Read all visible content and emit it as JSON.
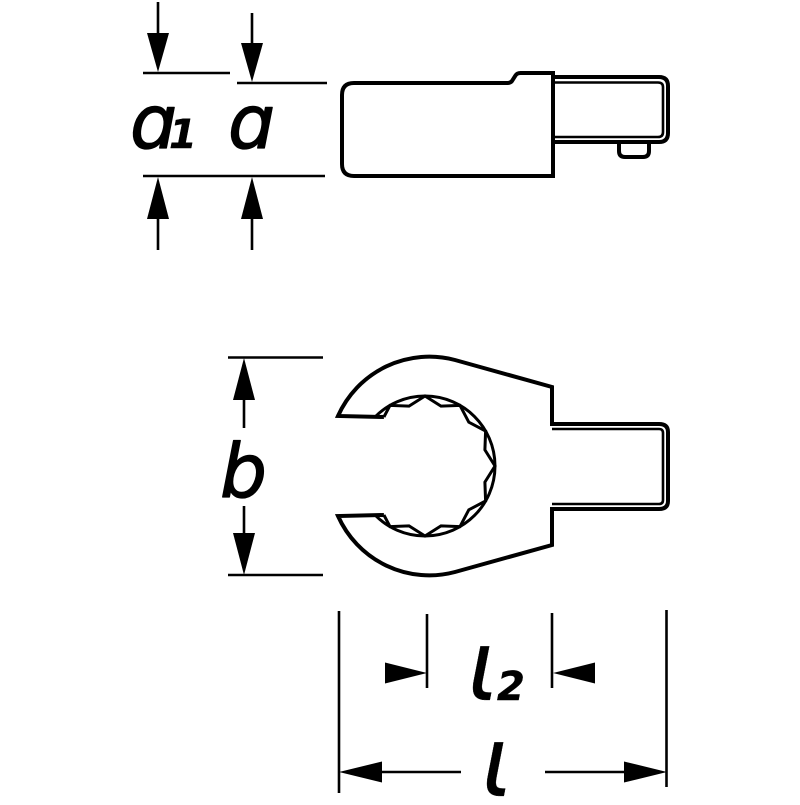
{
  "drawing": {
    "type": "technical-dimension-diagram",
    "subject": "open-ring insert tool, side view and front view with dimension arrows",
    "colors": {
      "background": "#ffffff",
      "line": "#000000"
    },
    "labels": {
      "a1": {
        "base": "ɑ",
        "sub": "1"
      },
      "a": {
        "base": "ɑ"
      },
      "b": {
        "base": "b"
      },
      "l2": {
        "base": "ɩ",
        "sub": "2"
      },
      "l": {
        "base": "ɩ"
      }
    }
  }
}
